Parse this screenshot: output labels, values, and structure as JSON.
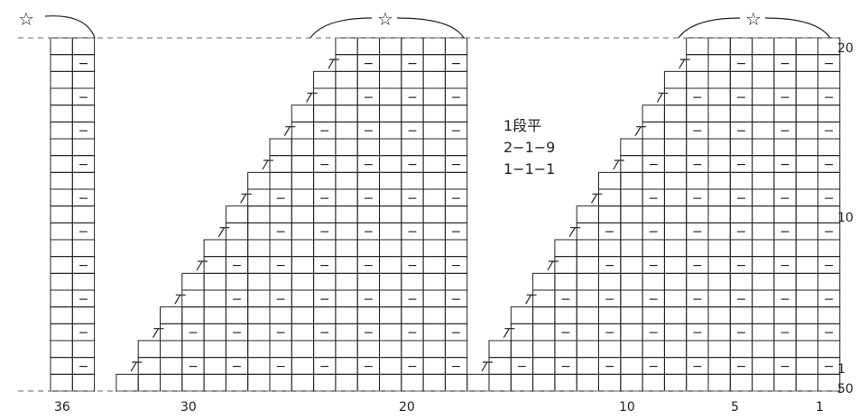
{
  "title_fragment": "",
  "markers": {
    "star": "☆",
    "purl": "−"
  },
  "annotation": {
    "line1": "1段平",
    "line2": "2−1−9",
    "line3": "1−1−1"
  },
  "column_labels": [
    "36",
    "30",
    "20",
    "10",
    "5",
    "1"
  ],
  "row_labels": {
    "top": "20",
    "mid": "10",
    "low": "1",
    "bottom": "50"
  },
  "grid": {
    "columns": 36,
    "rows": 20
  },
  "colors": {
    "line": "#222222",
    "dash": "#666666"
  }
}
